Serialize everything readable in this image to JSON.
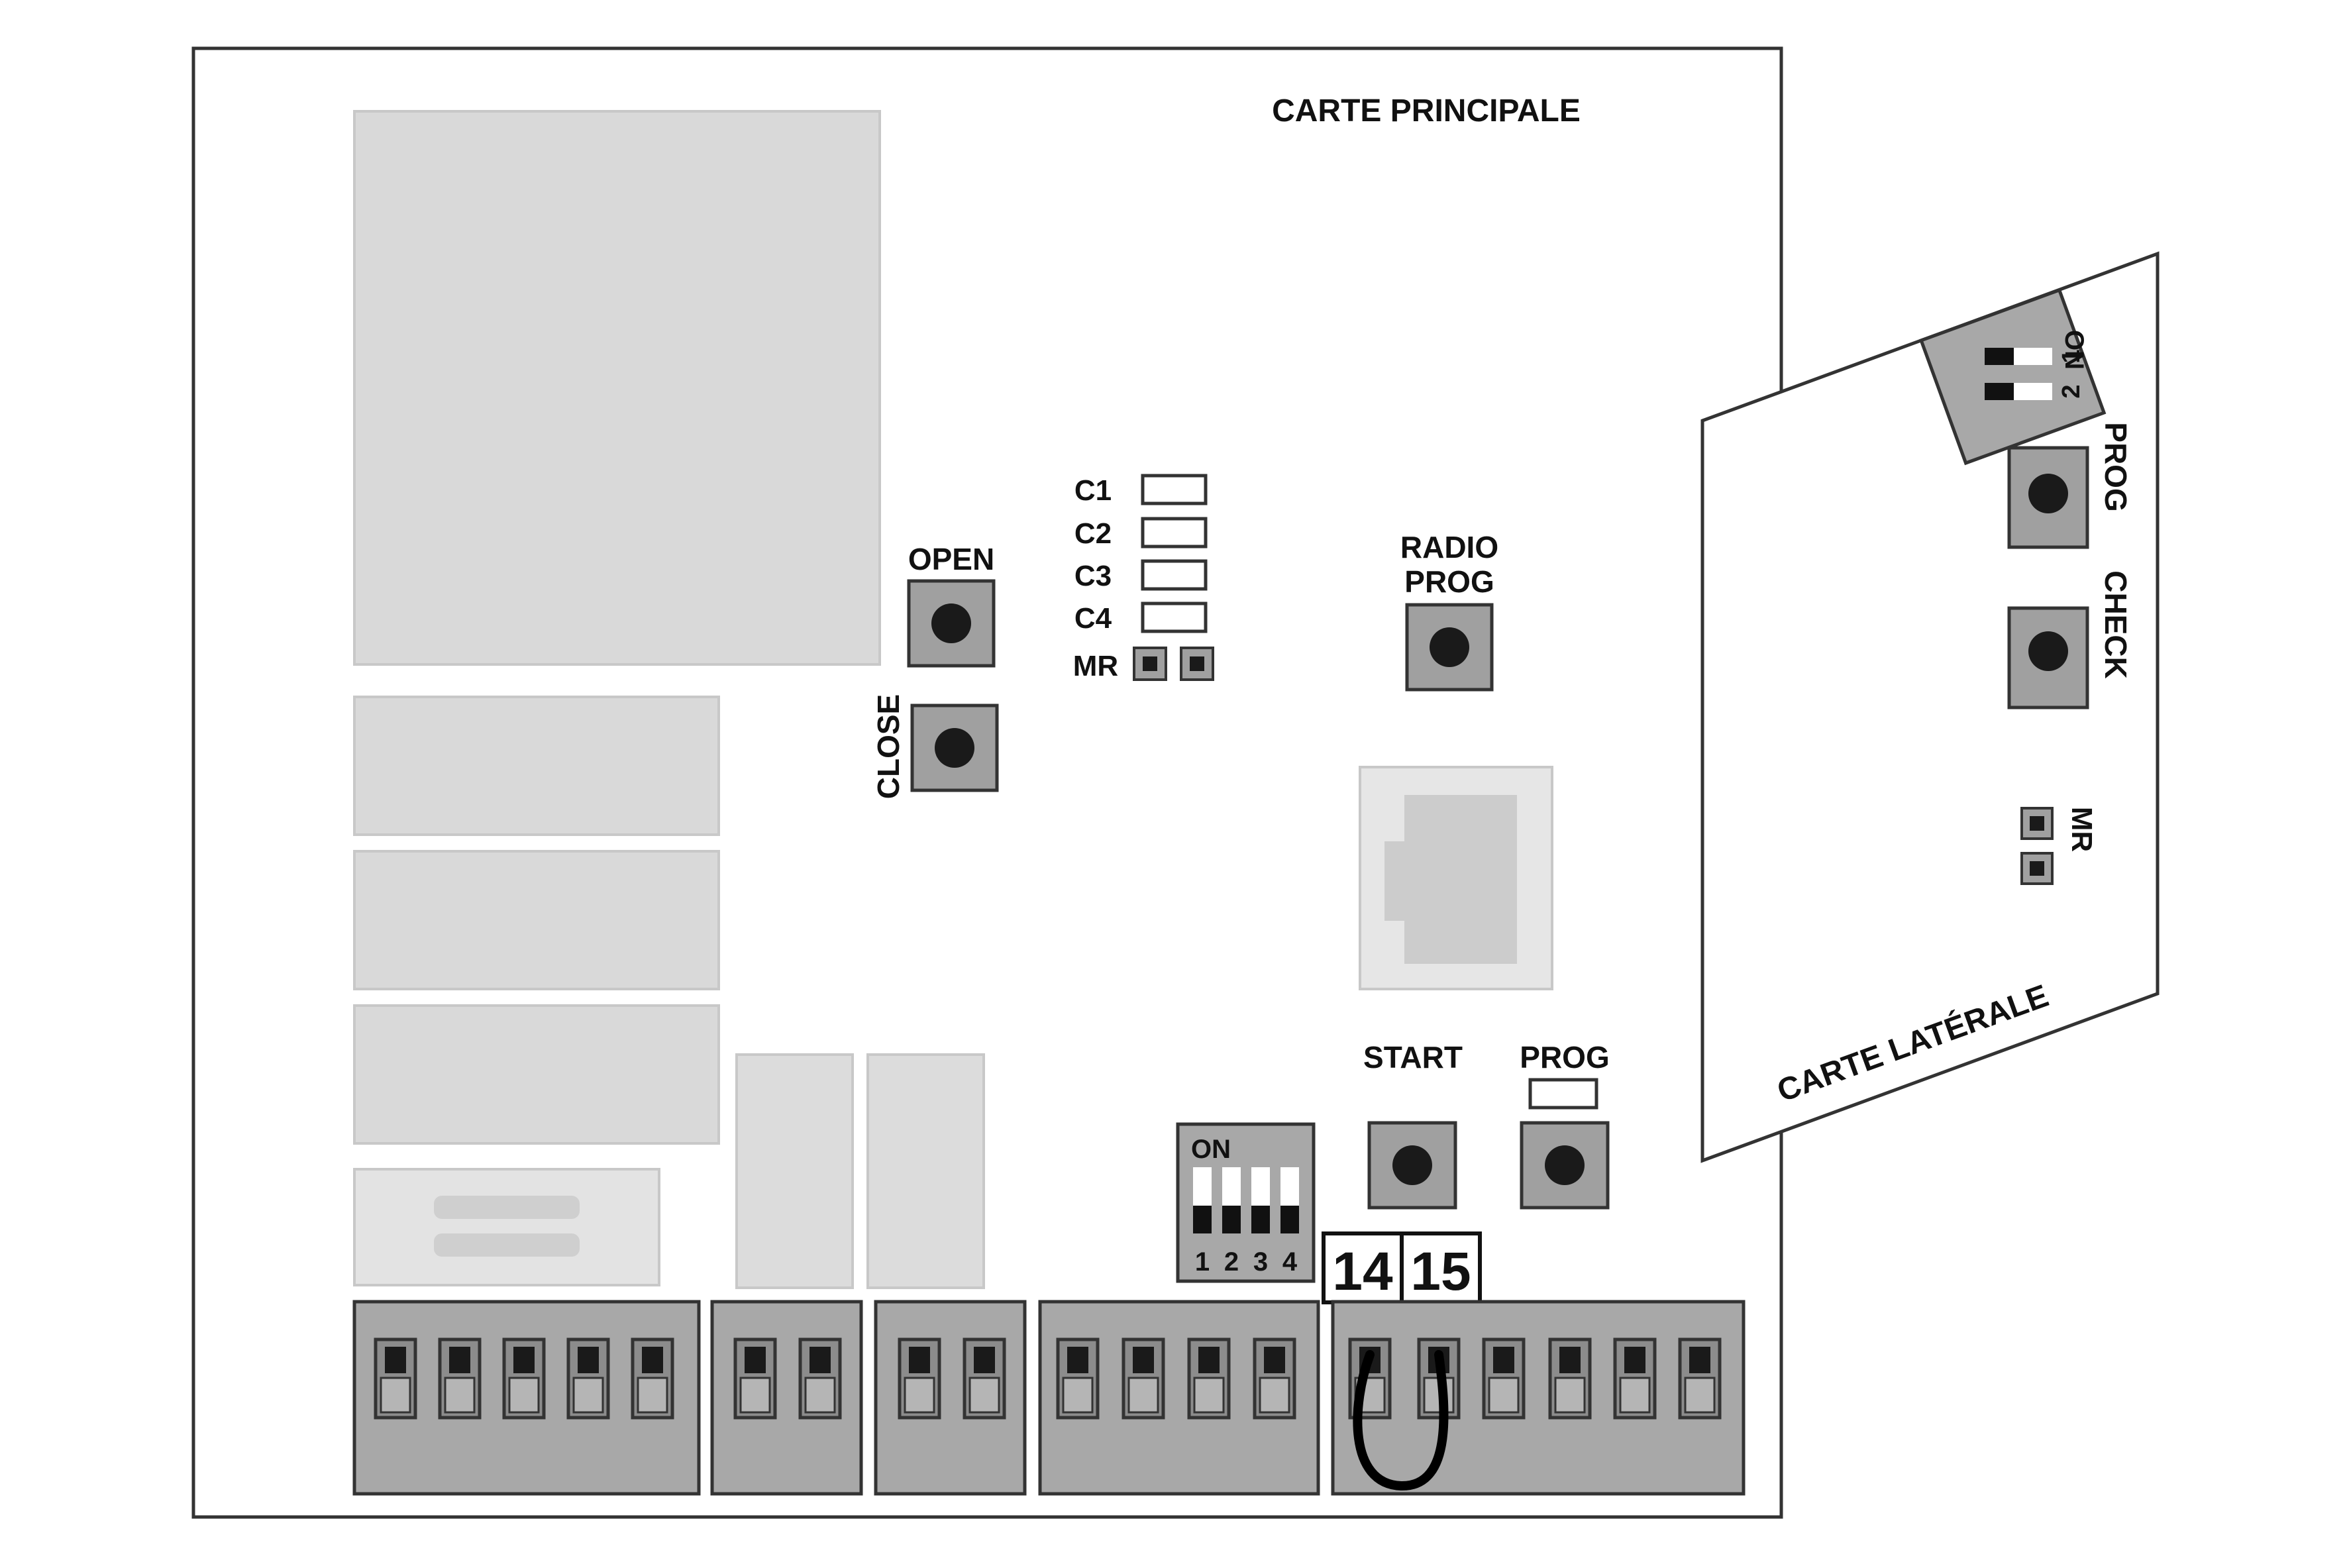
{
  "main_board": {
    "title": "CARTE PRINCIPALE",
    "buttons": {
      "open": "OPEN",
      "close": "CLOSE",
      "radio_prog_line1": "RADIO",
      "radio_prog_line2": "PROG",
      "start": "START",
      "prog": "PROG"
    },
    "connectors": [
      "C1",
      "C2",
      "C3",
      "C4"
    ],
    "mr_label": "MR",
    "dip_switch": {
      "on_label": "ON",
      "numbers": [
        "1",
        "2",
        "3",
        "4"
      ]
    },
    "terminal_labels": [
      "14",
      "15"
    ]
  },
  "side_board": {
    "title": "CARTE LATÉRALE",
    "buttons": {
      "prog": "PROG",
      "check": "CHECK"
    },
    "mr_label": "MR",
    "dip_switch": {
      "on_label": "ON",
      "numbers": [
        "1",
        "2"
      ]
    }
  },
  "colors": {
    "outline": "#333333",
    "component_fill": "#d9d9d9",
    "terminal_fill": "#a8a8a8",
    "button_body": "#a0a0a0",
    "button_cap": "#1a1a1a",
    "jumper_wire": "#000000"
  }
}
